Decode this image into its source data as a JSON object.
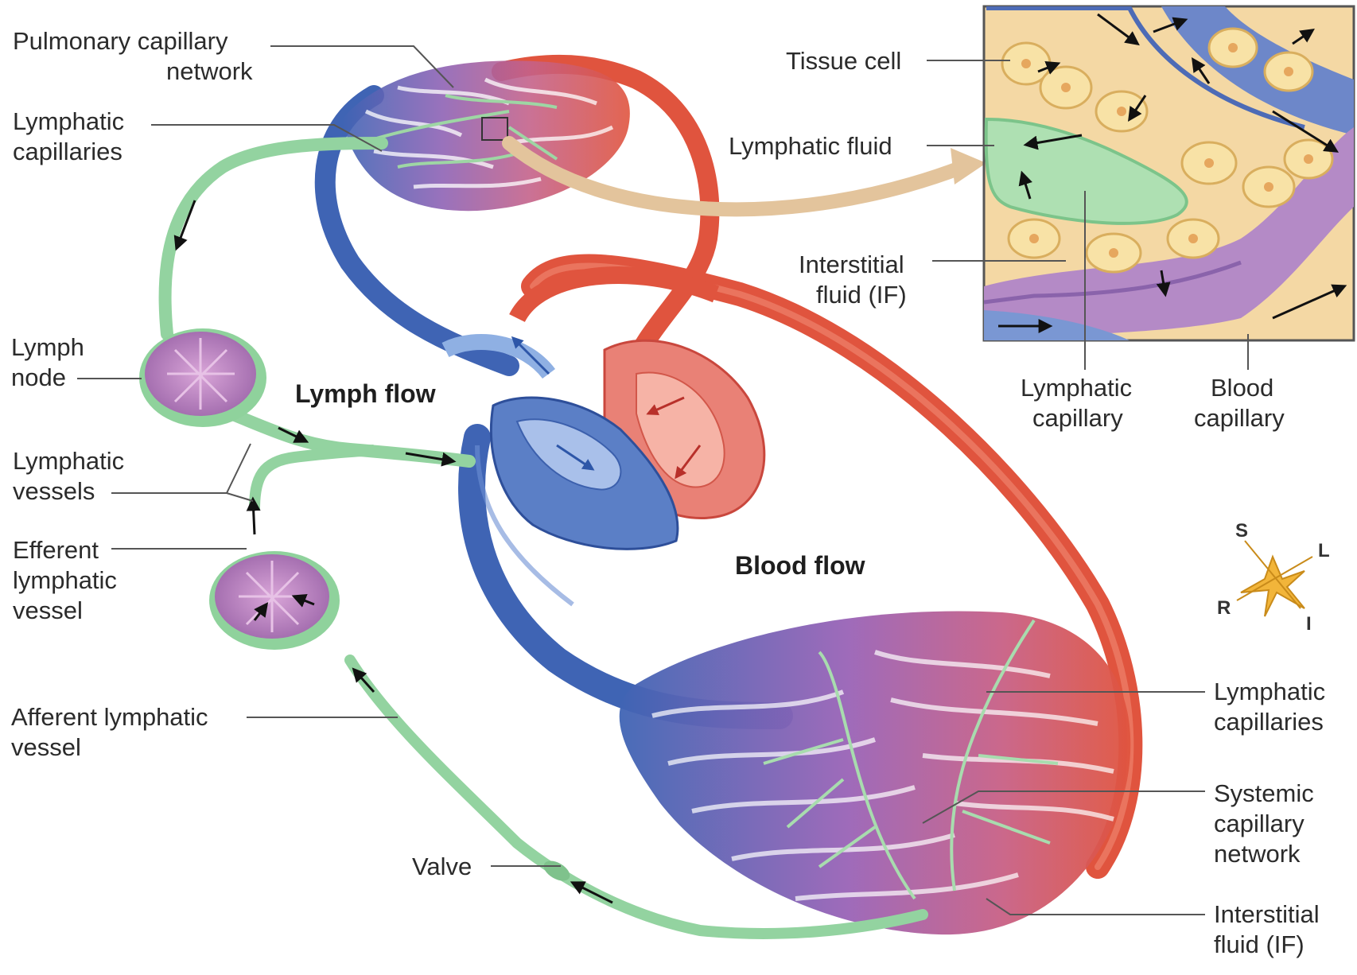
{
  "labels": {
    "pulmonary_capillary_network": [
      "Pulmonary capillary",
      "network"
    ],
    "lymphatic_capillaries_top": [
      "Lymphatic",
      "capillaries"
    ],
    "lymph_node": [
      "Lymph",
      "node"
    ],
    "lymphatic_vessels": [
      "Lymphatic",
      "vessels"
    ],
    "efferent_lymphatic_vessel": [
      "Efferent",
      "lymphatic",
      "vessel"
    ],
    "afferent_lymphatic_vessel": [
      "Afferent lymphatic",
      "vessel"
    ],
    "valve": "Valve",
    "lymph_flow": "Lymph flow",
    "blood_flow": "Blood flow",
    "tissue_cell": "Tissue cell",
    "lymphatic_fluid": "Lymphatic fluid",
    "interstitial_fluid_inset": [
      "Interstitial",
      "fluid (IF)"
    ],
    "lymphatic_capillary_inset": [
      "Lymphatic",
      "capillary"
    ],
    "blood_capillary_inset": [
      "Blood",
      "capillary"
    ],
    "lymphatic_capillaries_right": [
      "Lymphatic",
      "capillaries"
    ],
    "systemic_capillary_network": [
      "Systemic",
      "capillary",
      "network"
    ],
    "interstitial_fluid_right": [
      "Interstitial",
      "fluid (IF)"
    ]
  },
  "compass": {
    "superior": "S",
    "left": "L",
    "right": "R",
    "inferior": "I"
  },
  "colors": {
    "vein_blue": "#3f64b4",
    "artery_red": "#e0543e",
    "capillary_purple": "#a46ab4",
    "lymph_green": "#93d3a0",
    "node_purple": "#c58bc8",
    "cell_yellow": "#f7dc98",
    "inset_arrow_tan": "#e3c49c"
  }
}
